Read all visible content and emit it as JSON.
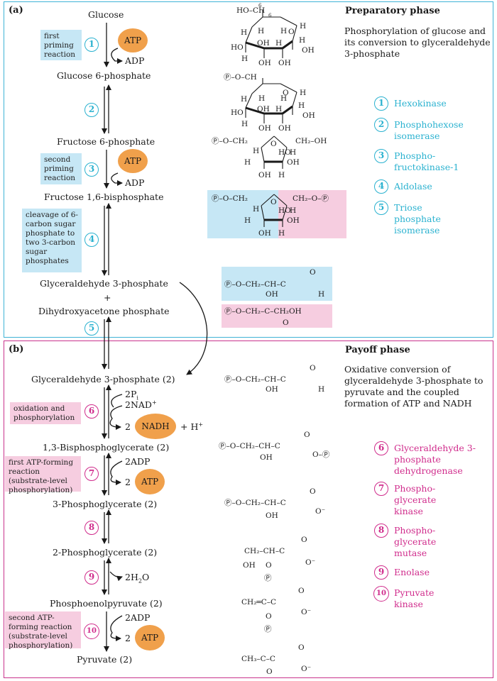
{
  "panel_a": {
    "label": "(a)",
    "title": "Preparatory phase",
    "description": "Phosphorylation of glucose and its conversion to glyceraldehyde 3-phosphate"
  },
  "panel_b": {
    "label": "(b)",
    "title": "Payoff phase",
    "description": "Oxidative conversion of glyceraldehyde 3-phosphate to pyruvate and the coupled formation of ATP and NADH"
  },
  "metabolites": {
    "glucose": "Glucose",
    "g6p": "Glucose 6-phosphate",
    "f6p": "Fructose 6-phosphate",
    "f16bp": "Fructose 1,6-bisphosphate",
    "gap": "Glyceraldehyde 3-phosphate",
    "plus": "+",
    "dhap": "Dihydroxyacetone phosphate",
    "gap2": "Glyceraldehyde 3-phosphate (2)",
    "bpg13": "1,3-Bisphosphoglycerate (2)",
    "pg3": "3-Phosphoglycerate (2)",
    "pg2": "2-Phosphoglycerate (2)",
    "pep": "Phosphoenolpyruvate (2)",
    "pyr": "Pyruvate (2)"
  },
  "notes": {
    "first_priming": "first priming reaction",
    "second_priming": "second priming reaction",
    "cleavage": "cleavage of 6-carbon sugar phosphate to two 3-carbon sugar phosphates",
    "oxidation": "oxidation and phosphorylation",
    "first_atp": "first ATP-forming reaction (substrate-level phosphorylation)",
    "second_atp": "second ATP-forming reaction (substrate-level phosphorylation)"
  },
  "steps": [
    "1",
    "2",
    "3",
    "4",
    "5",
    "6",
    "7",
    "8",
    "9",
    "10"
  ],
  "cofactors": {
    "atp": "ATP",
    "adp": "ADP",
    "two_pi": "2Pi",
    "two_nad": "2NAD+",
    "two": "2",
    "nadh": "NADH",
    "h_plus": "+ H+",
    "two_adp": "2ADP",
    "two_h2o": "2H2O"
  },
  "enzymes_a": [
    {
      "num": "1",
      "name": "Hexokinase"
    },
    {
      "num": "2",
      "name": "Phosphohexose isomerase"
    },
    {
      "num": "3",
      "name": "Phospho-fructokinase-1"
    },
    {
      "num": "4",
      "name": "Aldolase"
    },
    {
      "num": "5",
      "name": "Triose phosphate isomerase"
    }
  ],
  "enzymes_b": [
    {
      "num": "6",
      "name": "Glyceraldehyde 3-phosphate dehydrogenase"
    },
    {
      "num": "7",
      "name": "Phospho-glycerate kinase"
    },
    {
      "num": "8",
      "name": "Phospho-glycerate mutase"
    },
    {
      "num": "9",
      "name": "Enolase"
    },
    {
      "num": "10",
      "name": "Pyruvate kinase"
    }
  ],
  "colors": {
    "cyan": "#2bb2d0",
    "magenta": "#d02c8c",
    "orange": "#f0a04b",
    "blue_bg": "#c6e7f5",
    "pink_bg": "#f6cde0"
  }
}
